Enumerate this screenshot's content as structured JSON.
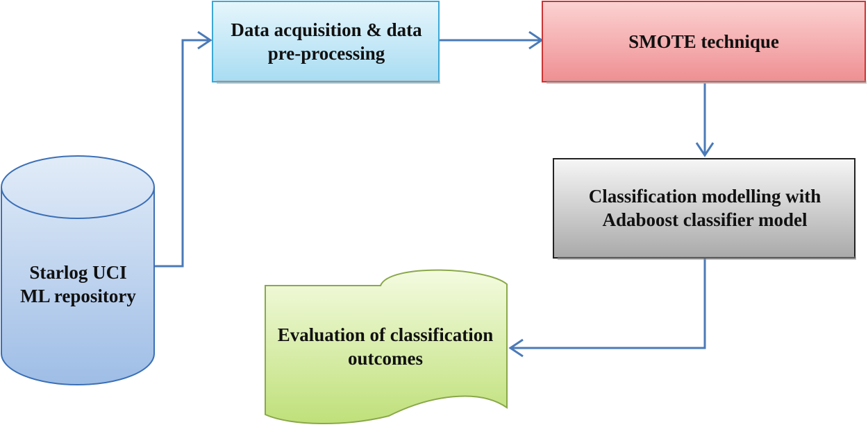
{
  "nodes": {
    "repo": "Starlog UCI ML repository",
    "acq": "Data acquisition & data pre-processing",
    "smote": "SMOTE technique",
    "cls": "Classification modelling with Adaboost classifier model",
    "eval": "Evaluation of classification outcomes"
  },
  "colors": {
    "line": "#4a7ab8",
    "acq": "#bfe6f6",
    "smote": "#f4a6a8",
    "cls": "#d0d0d0",
    "eval": "#d8eca0",
    "repo": "#b5cdeb"
  }
}
